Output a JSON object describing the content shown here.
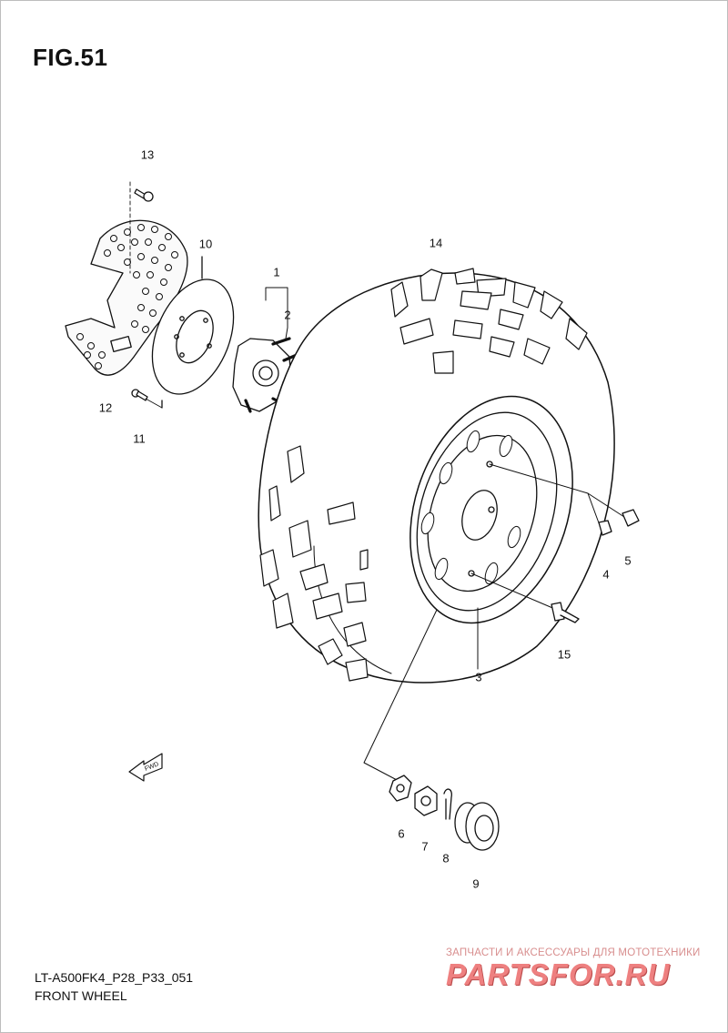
{
  "figure": {
    "title": "FIG.51",
    "model_code": "LT-A500FK4_P28_P33_051",
    "caption": "FRONT WHEEL"
  },
  "fwd_marker": "FWD",
  "callouts": [
    "1",
    "2",
    "3",
    "4",
    "5",
    "6",
    "7",
    "8",
    "9",
    "10",
    "11",
    "12",
    "13",
    "14",
    "15"
  ],
  "watermark": {
    "tagline": "ЗАПЧАСТИ И АКСЕССУАРЫ ДЛЯ МОТОТЕХНИКИ",
    "logo": "PARTSFOR.RU"
  }
}
